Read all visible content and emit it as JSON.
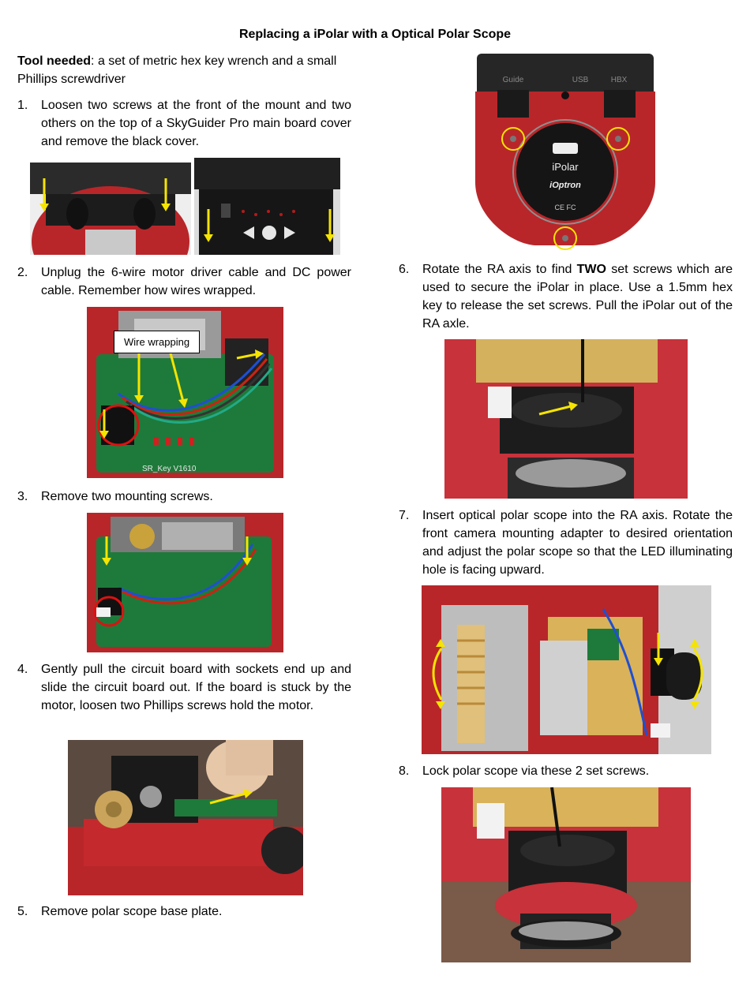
{
  "doc": {
    "title": "Replacing a iPolar with a Optical Polar Scope",
    "tool_label": "Tool needed",
    "tool_text": ": a set of metric hex key wrench and a small Phillips screwdriver",
    "steps": [
      {
        "num": "1.",
        "text": "Loosen two screws at the front of the mount and two others on the top of a SkyGuider Pro main board cover and remove the black cover."
      },
      {
        "num": "2.",
        "text": "Unplug the 6-wire motor driver cable and DC power cable. Remember how wires wrapped."
      },
      {
        "num": "3.",
        "text": "Remove two mounting screws."
      },
      {
        "num": "4.",
        "text": "Gently pull the circuit board with sockets end up and slide the circuit board out. If the board is stuck by the motor, loosen two Phillips screws hold the motor."
      },
      {
        "num": "5.",
        "text": "Remove polar scope base plate."
      },
      {
        "num": "6.",
        "pre": "Rotate the RA axis to find ",
        "bold": "TWO",
        "post": " set screws which are used to secure the iPolar in place. Use a 1.5mm hex key to release the set screws. Pull the iPolar out of the RA axle."
      },
      {
        "num": "7.",
        "text": "Insert optical polar scope into the RA axis. Rotate the front camera mounting adapter to desired orientation and adjust the polar scope so that the LED illuminating hole is facing upward."
      },
      {
        "num": "8.",
        "text": "Lock polar scope via these 2 set screws."
      }
    ],
    "callout": "Wire wrapping",
    "ipolar_photo": {
      "ports": [
        "Guide",
        "USB",
        "HBX"
      ],
      "brand": "iPolar",
      "logo": "iOptron",
      "marks": "CE FC"
    },
    "board_text": "SR_Key V1610"
  },
  "colors": {
    "mount_red": "#b8262a",
    "board_green": "#1e7a3a",
    "arrow_yellow": "#f5e400",
    "dark": "#1a1a1a"
  }
}
